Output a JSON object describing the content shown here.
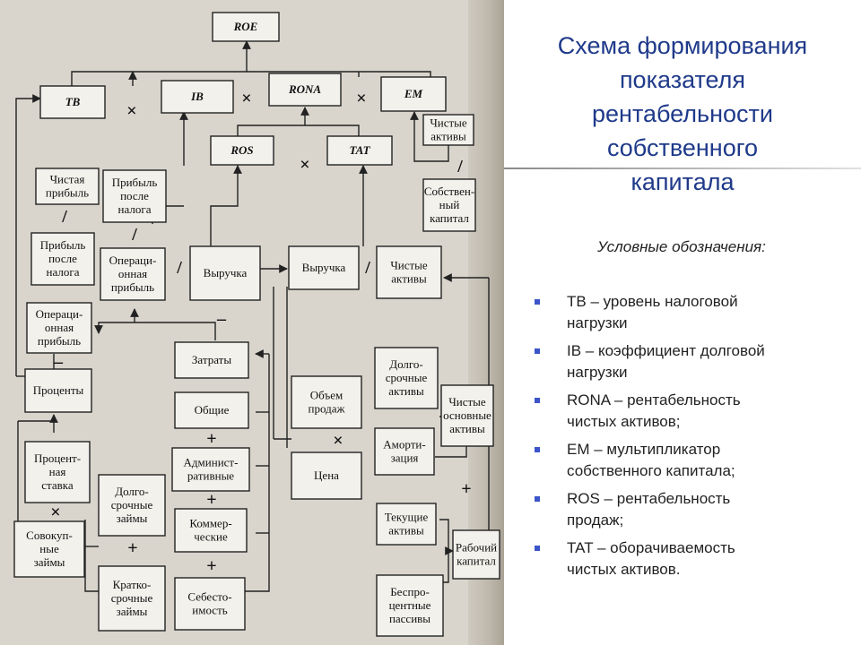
{
  "title_lines": [
    "Схема формирования",
    "показателя",
    "рентабельности",
    "собственного",
    "капитала"
  ],
  "legend_title": "Условные обозначения:",
  "legend": [
    [
      "TB – уровень налоговой",
      "нагрузки"
    ],
    [
      "IB – коэффициент долговой",
      "нагрузки"
    ],
    [
      "RONA – рентабельность",
      "чистых активов;"
    ],
    [
      "EM – мультипликатор",
      "собственного капитала;"
    ],
    [
      "ROS – рентабельность",
      "продаж;"
    ],
    [
      "TAT – оборачиваемость",
      "чистых активов."
    ]
  ],
  "colors": {
    "title": "#1f3a8a",
    "bullet": "#3b55c8",
    "paper": "#d9d5cd",
    "box": "#f3f1ec"
  },
  "diagram": {
    "roe": [
      "ROE"
    ],
    "tb": [
      "TB"
    ],
    "ib": [
      "IB"
    ],
    "rona": [
      "RONA"
    ],
    "em": [
      "EM"
    ],
    "ros": [
      "ROS"
    ],
    "tat": [
      "TAT"
    ],
    "net_profit": [
      "Чистая",
      "прибыль"
    ],
    "profit_after_tax_top": [
      "Прибыль",
      "после",
      "налога"
    ],
    "net_assets_top": [
      "Чистые",
      "активы"
    ],
    "equity": [
      "Собствен-",
      "ный",
      "капитал"
    ],
    "profit_after_tax": [
      "Прибыль",
      "после",
      "налога"
    ],
    "op_profit_mid": [
      "Операци-",
      "онная",
      "прибыль"
    ],
    "revenue_left": [
      "Выручка"
    ],
    "revenue_right": [
      "Выручка"
    ],
    "net_assets": [
      "Чистые",
      "активы"
    ],
    "op_profit_left": [
      "Операци-",
      "онная",
      "прибыль"
    ],
    "interest": [
      "Проценты"
    ],
    "costs": [
      "Затраты"
    ],
    "general": [
      "Общие"
    ],
    "admin": [
      "Админист-",
      "ративные"
    ],
    "commercial": [
      "Коммер-",
      "ческие"
    ],
    "cost_price": [
      "Себесто-",
      "имость"
    ],
    "sales_volume": [
      "Объем",
      "продаж"
    ],
    "price": [
      "Цена"
    ],
    "long_assets": [
      "Долго-",
      "срочные",
      "активы"
    ],
    "depreciation": [
      "Аморти-",
      "зация"
    ],
    "current_assets": [
      "Текущие",
      "активы"
    ],
    "interest_free": [
      "Беспро-",
      "центные",
      "пассивы"
    ],
    "net_fixed_assets": [
      "Чистые",
      "основные",
      "активы"
    ],
    "working_capital": [
      "Рабочий",
      "капитал"
    ],
    "interest_rate": [
      "Процент-",
      "ная",
      "ставка"
    ],
    "total_loans": [
      "Совокуп-",
      "ные",
      "займы"
    ],
    "long_loans": [
      "Долго-",
      "срочные",
      "займы"
    ],
    "short_loans": [
      "Кратко-",
      "срочные",
      "займы"
    ]
  },
  "ops": {
    "times": "×",
    "divide": "/",
    "plus": "+",
    "minus": "–"
  }
}
